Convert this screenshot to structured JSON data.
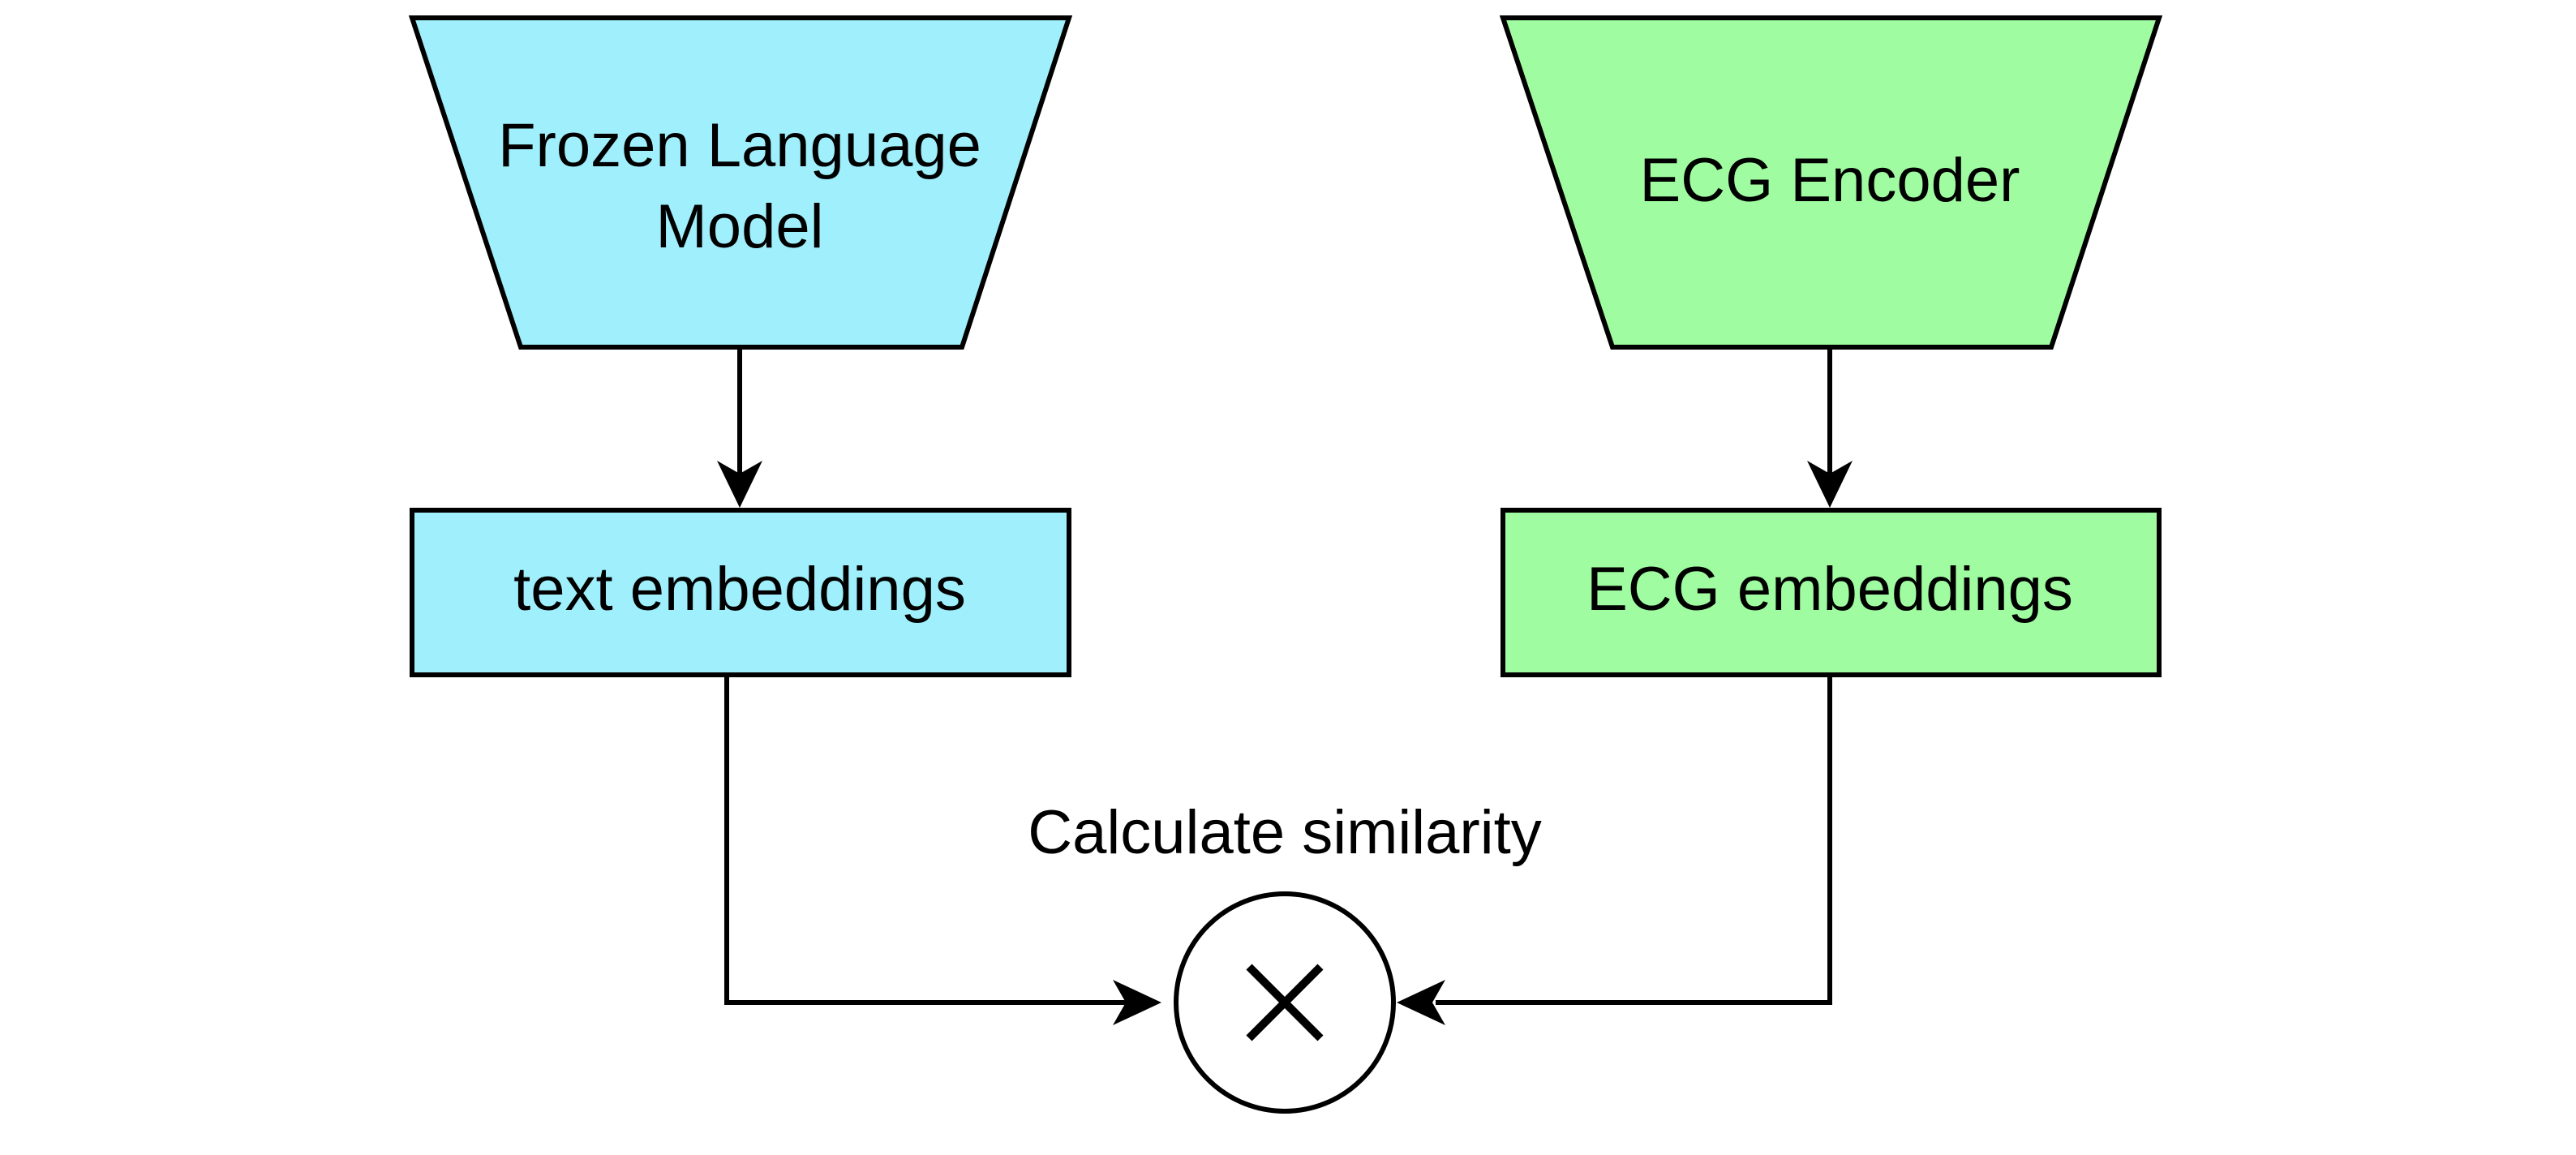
{
  "nodes": {
    "language_model": {
      "label_line1": "Frozen Language",
      "label_line2": "Model"
    },
    "ecg_encoder": {
      "label": "ECG Encoder"
    },
    "text_embeddings": {
      "label": "text embeddings"
    },
    "ecg_embeddings": {
      "label": "ECG embeddings"
    },
    "similarity": {
      "caption": "Calculate similarity",
      "operator_icon": "multiply-icon"
    }
  },
  "colors": {
    "text_branch_fill": "#a0effc",
    "ecg_branch_fill": "#a0fca0",
    "stroke": "#000000",
    "background": "#ffffff"
  }
}
